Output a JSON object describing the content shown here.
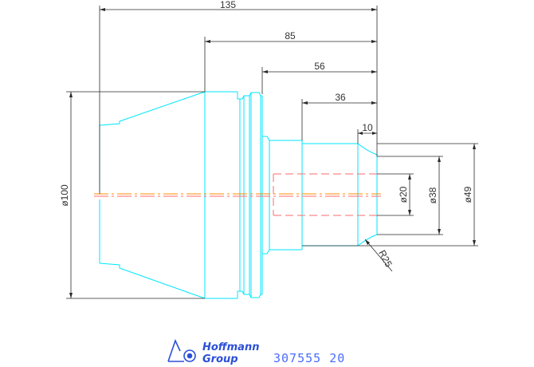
{
  "drawing": {
    "dimensions": {
      "overall_length": "135",
      "length_85": "85",
      "length_56": "56",
      "length_36": "36",
      "length_10": "10",
      "dia_100": "ø100",
      "dia_20": "ø20",
      "dia_38": "ø38",
      "dia_49": "ø49",
      "radius": "R25"
    },
    "colors": {
      "outline": "#00e5ff",
      "dimension": "#2a2a2a",
      "centerline": "#ff8800",
      "hidden": "#ff6b6b",
      "logo": "#2b4fd8"
    }
  },
  "title_block": {
    "logo_line1": "Hoffmann",
    "logo_line2": "Group",
    "part_number": "307555 20",
    "logo_icon": "hoffmann-group-logo-icon"
  }
}
